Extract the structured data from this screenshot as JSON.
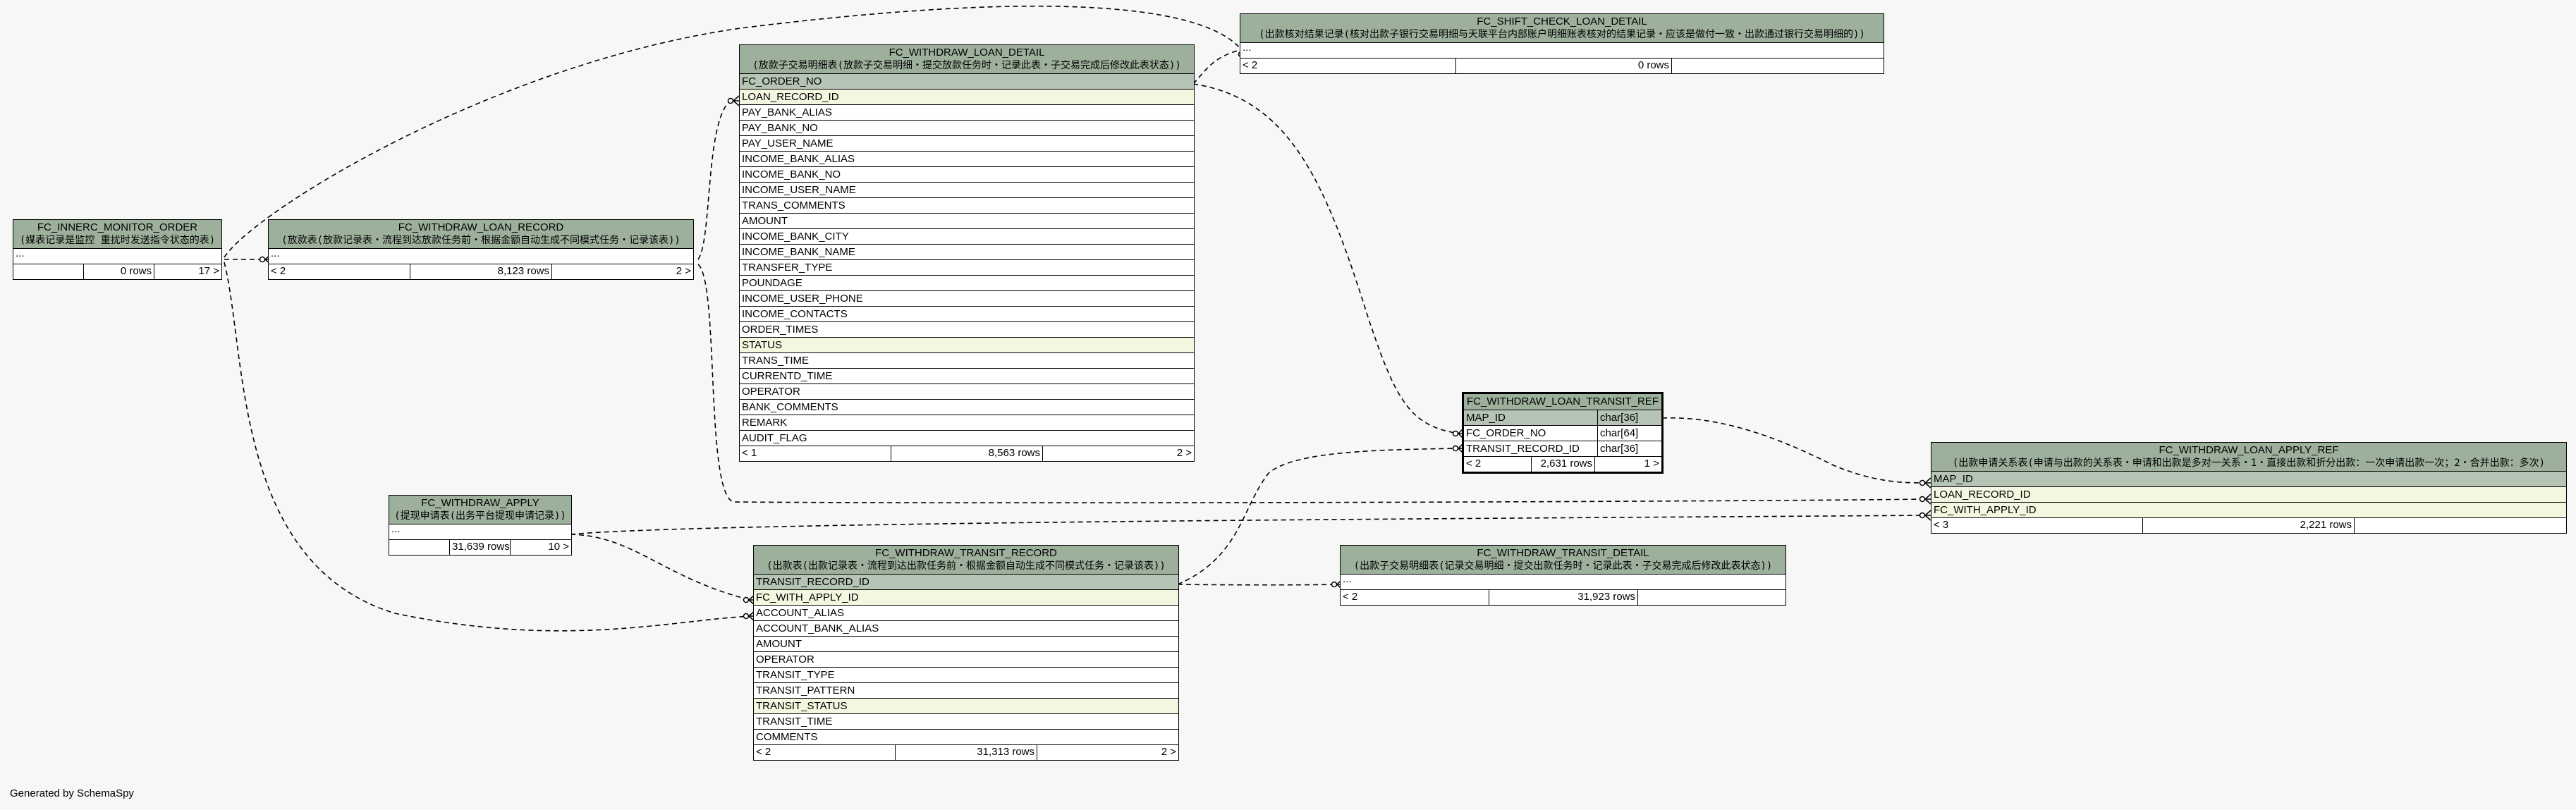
{
  "tables": {
    "innerc": {
      "name": "FC_INNERC_MONITOR_ORDER",
      "comment": "(媒表记录是监控 重扰时发送指令状态的表)",
      "rows_placeholder": "...",
      "footer": {
        "parents": "",
        "rows": "0 rows",
        "children": "17 >"
      }
    },
    "loan_record": {
      "name": "FC_WITHDRAW_LOAN_RECORD",
      "comment": "(放款表(放款记录表・流程到达放款任务前・根据金额自动生成不同模式任务・记录该表))",
      "rows_placeholder": "...",
      "footer": {
        "parents": "< 2",
        "rows": "8,123 rows",
        "children": "2 >"
      }
    },
    "loan_detail": {
      "name": "FC_WITHDRAW_LOAN_DETAIL",
      "comment": "(放款子交易明细表(放款子交易明细・提交放款任务时・记录此表・子交易完成后修改此表状态))",
      "columns": [
        {
          "name": "FC_ORDER_NO",
          "kind": "pk"
        },
        {
          "name": "LOAN_RECORD_ID",
          "kind": "fk"
        },
        {
          "name": "PAY_BANK_ALIAS",
          "kind": ""
        },
        {
          "name": "PAY_BANK_NO",
          "kind": ""
        },
        {
          "name": "PAY_USER_NAME",
          "kind": ""
        },
        {
          "name": "INCOME_BANK_ALIAS",
          "kind": ""
        },
        {
          "name": "INCOME_BANK_NO",
          "kind": ""
        },
        {
          "name": "INCOME_USER_NAME",
          "kind": ""
        },
        {
          "name": "TRANS_COMMENTS",
          "kind": ""
        },
        {
          "name": "AMOUNT",
          "kind": ""
        },
        {
          "name": "INCOME_BANK_CITY",
          "kind": ""
        },
        {
          "name": "INCOME_BANK_NAME",
          "kind": ""
        },
        {
          "name": "TRANSFER_TYPE",
          "kind": ""
        },
        {
          "name": "POUNDAGE",
          "kind": ""
        },
        {
          "name": "INCOME_USER_PHONE",
          "kind": ""
        },
        {
          "name": "INCOME_CONTACTS",
          "kind": ""
        },
        {
          "name": "ORDER_TIMES",
          "kind": ""
        },
        {
          "name": "STATUS",
          "kind": "fk"
        },
        {
          "name": "TRANS_TIME",
          "kind": ""
        },
        {
          "name": "CURRENTD_TIME",
          "kind": ""
        },
        {
          "name": "OPERATOR",
          "kind": ""
        },
        {
          "name": "BANK_COMMENTS",
          "kind": ""
        },
        {
          "name": "REMARK",
          "kind": ""
        },
        {
          "name": "AUDIT_FLAG",
          "kind": ""
        }
      ],
      "footer": {
        "parents": "< 1",
        "rows": "8,563 rows",
        "children": "2 >"
      }
    },
    "shift_check": {
      "name": "FC_SHIFT_CHECK_LOAN_DETAIL",
      "comment": "(出款核对结果记录(核对出款子银行交易明细与天联平台内部账户明细账表核对的结果记录・应该是做付一致・出款通过银行交易明细的))",
      "rows_placeholder": "...",
      "footer": {
        "parents": "< 2",
        "rows": "0 rows",
        "children": ""
      }
    },
    "transit_ref": {
      "name": "FC_WITHDRAW_LOAN_TRANSIT_REF",
      "columns": [
        {
          "name": "MAP_ID",
          "type": "char[36]",
          "kind": "pk"
        },
        {
          "name": "FC_ORDER_NO",
          "type": "char[64]",
          "kind": ""
        },
        {
          "name": "TRANSIT_RECORD_ID",
          "type": "char[36]",
          "kind": ""
        }
      ],
      "footer": {
        "parents": "< 2",
        "rows": "2,631 rows",
        "children": "1 >"
      }
    },
    "apply_ref": {
      "name": "FC_WITHDRAW_LOAN_APPLY_REF",
      "comment": "(出款申请关系表(申请与出款的关系表・申请和出款是多对一关系・1・直接出款和折分出款：一次申请出款一次；2・合并出款：多次)",
      "columns": [
        {
          "name": "MAP_ID",
          "kind": "pk"
        },
        {
          "name": "LOAN_RECORD_ID",
          "kind": "fk"
        },
        {
          "name": "FC_WITH_APPLY_ID",
          "kind": "fk"
        }
      ],
      "footer": {
        "parents": "< 3",
        "rows": "2,221 rows",
        "children": ""
      }
    },
    "apply": {
      "name": "FC_WITHDRAW_APPLY",
      "comment": "(提现申请表(出务平台提现申请记录))",
      "rows_placeholder": "...",
      "footer": {
        "parents": "",
        "rows": "31,639 rows",
        "children": "10 >"
      }
    },
    "transit_record": {
      "name": "FC_WITHDRAW_TRANSIT_RECORD",
      "comment": "(出款表(出款记录表・流程到达出款任务前・根据金额自动生成不同模式任务・记录该表))",
      "columns": [
        {
          "name": "TRANSIT_RECORD_ID",
          "kind": "pk"
        },
        {
          "name": "FC_WITH_APPLY_ID",
          "kind": "fk"
        },
        {
          "name": "ACCOUNT_ALIAS",
          "kind": ""
        },
        {
          "name": "ACCOUNT_BANK_ALIAS",
          "kind": ""
        },
        {
          "name": "AMOUNT",
          "kind": ""
        },
        {
          "name": "OPERATOR",
          "kind": ""
        },
        {
          "name": "TRANSIT_TYPE",
          "kind": ""
        },
        {
          "name": "TRANSIT_PATTERN",
          "kind": ""
        },
        {
          "name": "TRANSIT_STATUS",
          "kind": "fk"
        },
        {
          "name": "TRANSIT_TIME",
          "kind": ""
        },
        {
          "name": "COMMENTS",
          "kind": ""
        }
      ],
      "footer": {
        "parents": "< 2",
        "rows": "31,313 rows",
        "children": "2 >"
      }
    },
    "transit_detail": {
      "name": "FC_WITHDRAW_TRANSIT_DETAIL",
      "comment": "(出款子交易明细表(记录交易明细・提交出款任务时・记录此表・子交易完成后修改此表状态))",
      "rows_placeholder": "...",
      "footer": {
        "parents": "< 2",
        "rows": "31,923 rows",
        "children": ""
      }
    }
  },
  "credit": "Generated by SchemaSpy"
}
